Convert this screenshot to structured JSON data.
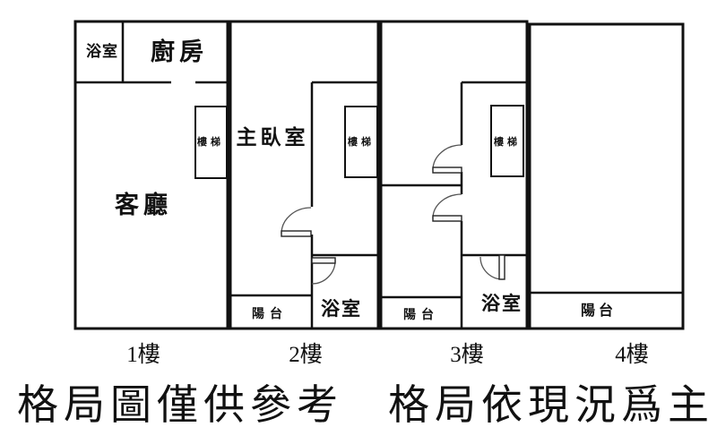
{
  "plan": {
    "floors": [
      {
        "label": "1樓",
        "rooms": {
          "bathroom": "浴室",
          "kitchen": "廚房",
          "stairs": "樓梯",
          "living_room": "客廳"
        }
      },
      {
        "label": "2樓",
        "rooms": {
          "master_bedroom": "主臥室",
          "stairs": "樓梯",
          "balcony": "陽台",
          "bathroom": "浴室"
        }
      },
      {
        "label": "3樓",
        "rooms": {
          "stairs": "樓梯",
          "balcony": "陽台",
          "bathroom": "浴室"
        }
      },
      {
        "label": "4樓",
        "rooms": {
          "balcony": "陽台"
        }
      }
    ],
    "notes": {
      "left": "格局圖僅供參考",
      "right": "格局依現況爲主"
    },
    "colors": {
      "wall": "#111111",
      "background": "#ffffff"
    }
  }
}
